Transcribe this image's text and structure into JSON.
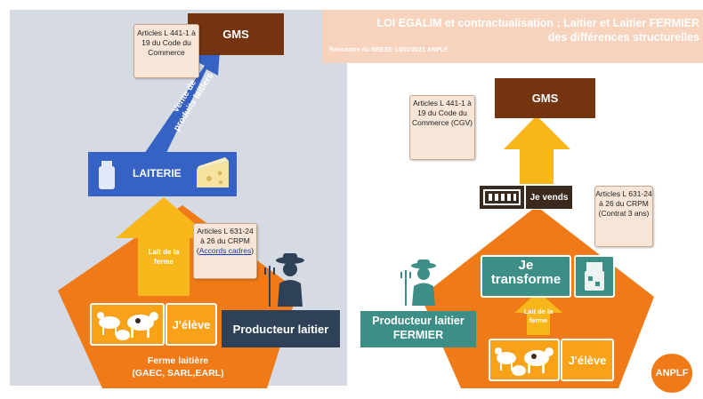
{
  "colors": {
    "orange": "#f07a17",
    "yellow": "#f7b71a",
    "brown": "#73340f",
    "blue": "#3662c4",
    "navy": "#2f4158",
    "teal": "#3e8e88",
    "left_background": "#d5dae3",
    "header_background": "#f7d2bd"
  },
  "header": {
    "title_line1": "LOI EGALIM et contractualisation : Laitier et Laitier FERMIER",
    "title_line2": "des différences structurelles",
    "subtitle": "Rencontre du BRESE  14/01/2021  ANPLF"
  },
  "left": {
    "gms": "GMS",
    "articles_top": "Articles L 441-1 à 19 du Code du Commerce",
    "vente_line1": "Vente de",
    "vente_line2": "produits laitiers",
    "laiterie": "LAITERIE",
    "articles_crpm_prefix": "Articles L 631-24 à 26 du CRPM (",
    "articles_crpm_link": "Accords cadres",
    "articles_crpm_suffix": ")",
    "lait_de_la_ferme": "Lait de la ferme",
    "je_eleve": "J'élève",
    "ferme_laitiere_line1": "Ferme laitière",
    "ferme_laitiere_line2": "(GAEC, SARL,EARL)",
    "producteur": "Producteur laitier"
  },
  "right": {
    "gms": "GMS",
    "articles_top": "Articles L 441-1 à 19 du Code du Commerce (CGV)",
    "je_vends": "Je vends",
    "articles_crpm": "Articles L 631-24 à 26 du CRPM (Contrat 3 ans)",
    "je_transforme_line1": "Je",
    "je_transforme_line2": "transforme",
    "lait_de_la_ferme": "Lait de la ferme",
    "je_eleve": "J'élève",
    "producteur_line1": "Producteur laitier",
    "producteur_line2": "FERMIER",
    "logo": "ANPLF"
  },
  "icons": [
    "cheese-icon",
    "milk-can-icon",
    "farmer-icon",
    "cow-goat-sheep-icon",
    "cash-register-icon",
    "yogurt-icon"
  ]
}
